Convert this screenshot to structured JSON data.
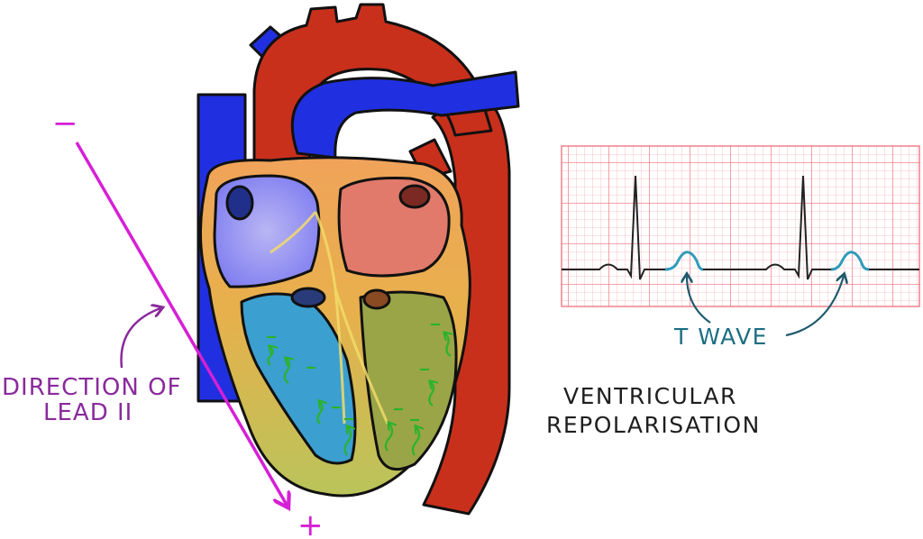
{
  "diagram": {
    "lead_direction": {
      "negative_sign": "−",
      "positive_sign": "+",
      "label_line1": "DIRECTION OF",
      "label_line2": "LEAD II"
    },
    "ecg": {
      "annotation": "T WAVE",
      "trace_color": "#222222",
      "highlight_color": "#2f9cb8",
      "grid_color": "#f26c78"
    },
    "caption": {
      "line1": "VENTRICULAR",
      "line2": "REPOLARISATION"
    },
    "repolarisation_marks": {
      "sign": "−",
      "color": "#2bb32b"
    },
    "colors": {
      "vein_blue": "#2030e0",
      "artery_red": "#c8301c",
      "lead_magenta": "#d61fd6",
      "label_purple": "#8a2a9c"
    }
  }
}
